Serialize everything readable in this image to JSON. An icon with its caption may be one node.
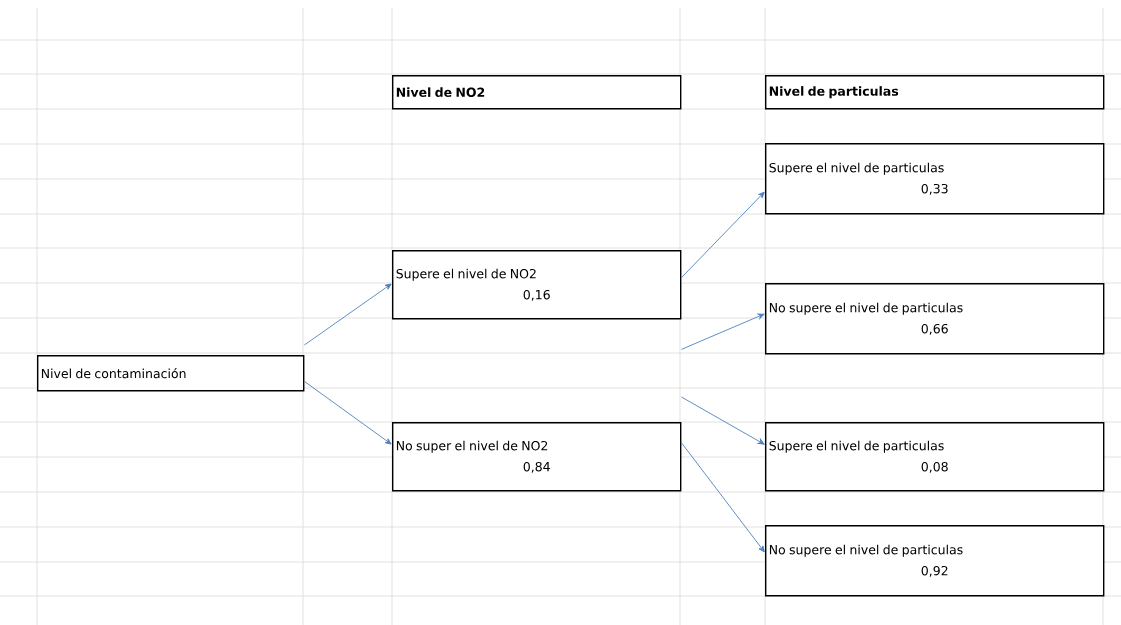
{
  "diagram": {
    "nodes": [
      {
        "text": [
          "Nivel de NO2"
        ]
      },
      {
        "text": [
          "Nivel de particulas"
        ]
      },
      {
        "text": [
          "Nivel de contaminación"
        ]
      },
      {
        "text": [
          "Supere el nivel de NO2",
          "0,16"
        ]
      },
      {
        "text": [
          "No super el nivel de NO2",
          "0,84"
        ]
      },
      {
        "text": [
          "Supere el nivel de particulas",
          "0,33"
        ]
      },
      {
        "text": [
          "No supere el nivel de particulas",
          "0,66"
        ]
      },
      {
        "text": [
          "Supere el nivel de particulas",
          "0,08"
        ]
      },
      {
        "text": [
          "No supere el nivel de particulas",
          "0,92"
        ]
      }
    ],
    "edges": [
      {
        "from": 2,
        "to": 3,
        "arrow": "to"
      },
      {
        "from": 2,
        "to": 4,
        "arrow": "to"
      },
      {
        "from": 3,
        "to": 5,
        "arrow": "to"
      },
      {
        "from": 3,
        "to": 6,
        "arrow": "to"
      },
      {
        "from": 4,
        "to": 7,
        "arrow": "to"
      },
      {
        "from": 4,
        "to": 8,
        "arrow": "to"
      }
    ]
  }
}
